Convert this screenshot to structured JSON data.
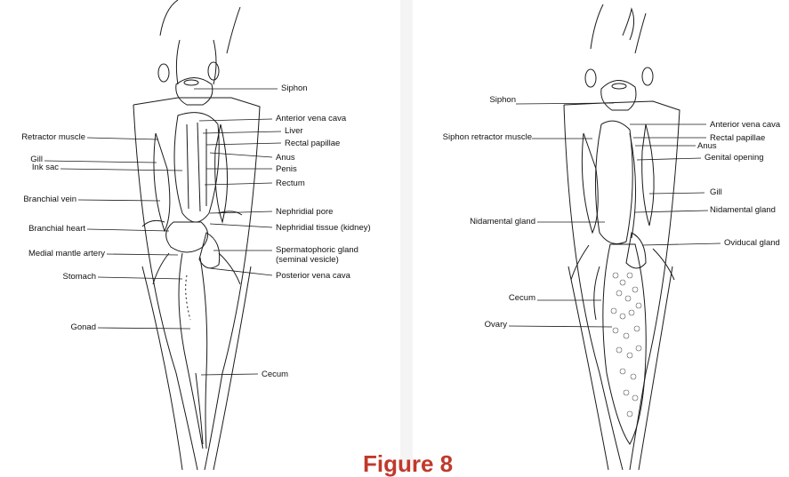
{
  "caption": "Figure 8",
  "left_panel": {
    "labels_left": [
      "Retractor muscle",
      "Gill",
      "Ink sac",
      "Branchial vein",
      "Branchial heart",
      "Medial mantle artery",
      "Stomach",
      "Gonad"
    ],
    "labels_right": [
      "Siphon",
      "Anterior vena cava",
      "Liver",
      "Rectal papillae",
      "Anus",
      "Penis",
      "Rectum",
      "Nephridial pore",
      "Nephridial tissue (kidney)",
      "Spermatophoric gland",
      "(seminal vesicle)",
      "Posterior vena cava",
      "Cecum"
    ]
  },
  "right_panel": {
    "labels_left": [
      "Siphon",
      "Siphon retractor muscle",
      "Nidamental gland",
      "Cecum",
      "Ovary"
    ],
    "labels_right": [
      "Anterior vena cava",
      "Rectal papillae",
      "Anus",
      "Genital opening",
      "Gill",
      "Nidamental gland",
      "Oviducal gland"
    ]
  },
  "colors": {
    "ink": "#1a1a1a",
    "caption": "#c0392b"
  }
}
